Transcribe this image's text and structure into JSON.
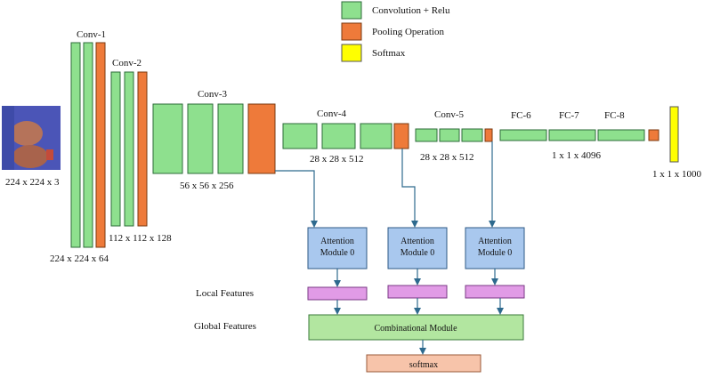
{
  "legend": [
    {
      "label": "Convolution + Relu",
      "color": "#8EE08E"
    },
    {
      "label": "Pooling Operation",
      "color": "#EE7A3A"
    },
    {
      "label": "Softmax",
      "color": "#FFFF00"
    }
  ],
  "colors": {
    "conv": "#8EE08E",
    "pool": "#EE7A3A",
    "softmax": "#FFFF00",
    "attention": "#A9C8EE",
    "local": "#E19BE6",
    "combo": "#B2E6A0",
    "softmax_out": "#F7C4AA",
    "arrow": "#2E6A8E"
  },
  "input": {
    "size_label": "224 x 224 x 3",
    "photo_icon": "hands-photo-icon"
  },
  "conv_blocks": {
    "conv1": {
      "title": "Conv-1",
      "size": "224 x 224 x 64"
    },
    "conv2": {
      "title": "Conv-2",
      "size": "112 x 112 x 128"
    },
    "conv3": {
      "title": "Conv-3",
      "size": "56 x 56 x 256"
    },
    "conv4": {
      "title": "Conv-4",
      "size": "28 x 28 x 512"
    },
    "conv5": {
      "title": "Conv-5",
      "size": "28 x 28 x 512"
    }
  },
  "fc": {
    "fc6": "FC-6",
    "fc7": "FC-7",
    "fc8": "FC-8",
    "size": "1 x 1 x 4096"
  },
  "output": {
    "size": "1 x 1 x 1000"
  },
  "attention_modules": [
    {
      "line1": "Attention",
      "line2": "Module 0"
    },
    {
      "line1": "Attention",
      "line2": "Module 0"
    },
    {
      "line1": "Attention",
      "line2": "Module 0"
    }
  ],
  "side_labels": {
    "local": "Local Features",
    "global": "Global Features"
  },
  "combinational": "Combinational Module",
  "softmax_box": "softmax"
}
